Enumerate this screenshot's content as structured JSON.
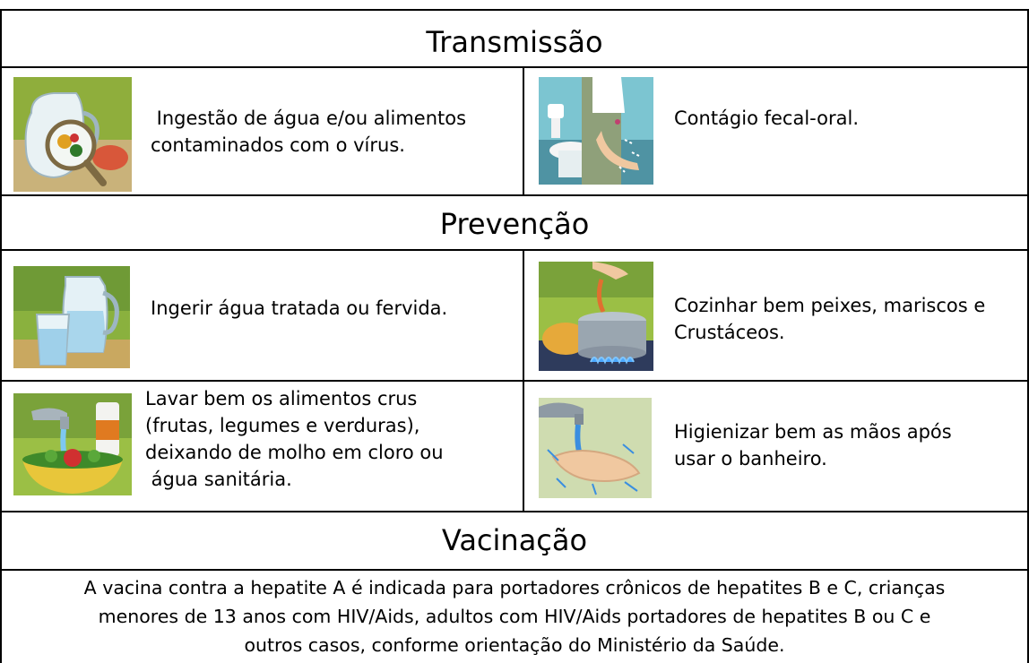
{
  "sections": {
    "transmissao": {
      "title": "Transmissão",
      "items": [
        {
          "icon": "contaminated-food-water-icon",
          "lines": [
            " Ingestão de água e/ou alimentos",
            "contaminados com o vírus."
          ]
        },
        {
          "icon": "toilet-hygiene-icon",
          "lines": [
            "Contágio fecal-oral."
          ]
        }
      ]
    },
    "prevencao": {
      "title": "Prevenção",
      "items": [
        {
          "icon": "water-pitcher-glass-icon",
          "lines": [
            "Ingerir água tratada ou fervida."
          ]
        },
        {
          "icon": "cooking-pot-seafood-icon",
          "lines": [
            "Cozinhar bem peixes, mariscos e",
            "Crustáceos."
          ]
        },
        {
          "icon": "washing-vegetables-icon",
          "lines": [
            "Lavar bem os alimentos crus",
            "(frutas, legumes e verduras),",
            "deixando de molho em cloro ou",
            " água sanitária."
          ]
        },
        {
          "icon": "hand-washing-icon",
          "lines": [
            "Higienizar bem as mãos após",
            "usar o banheiro."
          ]
        }
      ]
    },
    "vacinacao": {
      "title": "Vacinação",
      "lines": [
        "A vacina contra a hepatite A é indicada para portadores crônicos de hepatites B e C, crianças",
        "menores de 13 anos com HIV/Aids, adultos com HIV/Aids portadores de hepatites B ou C e",
        "outros casos, conforme orientação do Ministério da Saúde."
      ]
    }
  }
}
